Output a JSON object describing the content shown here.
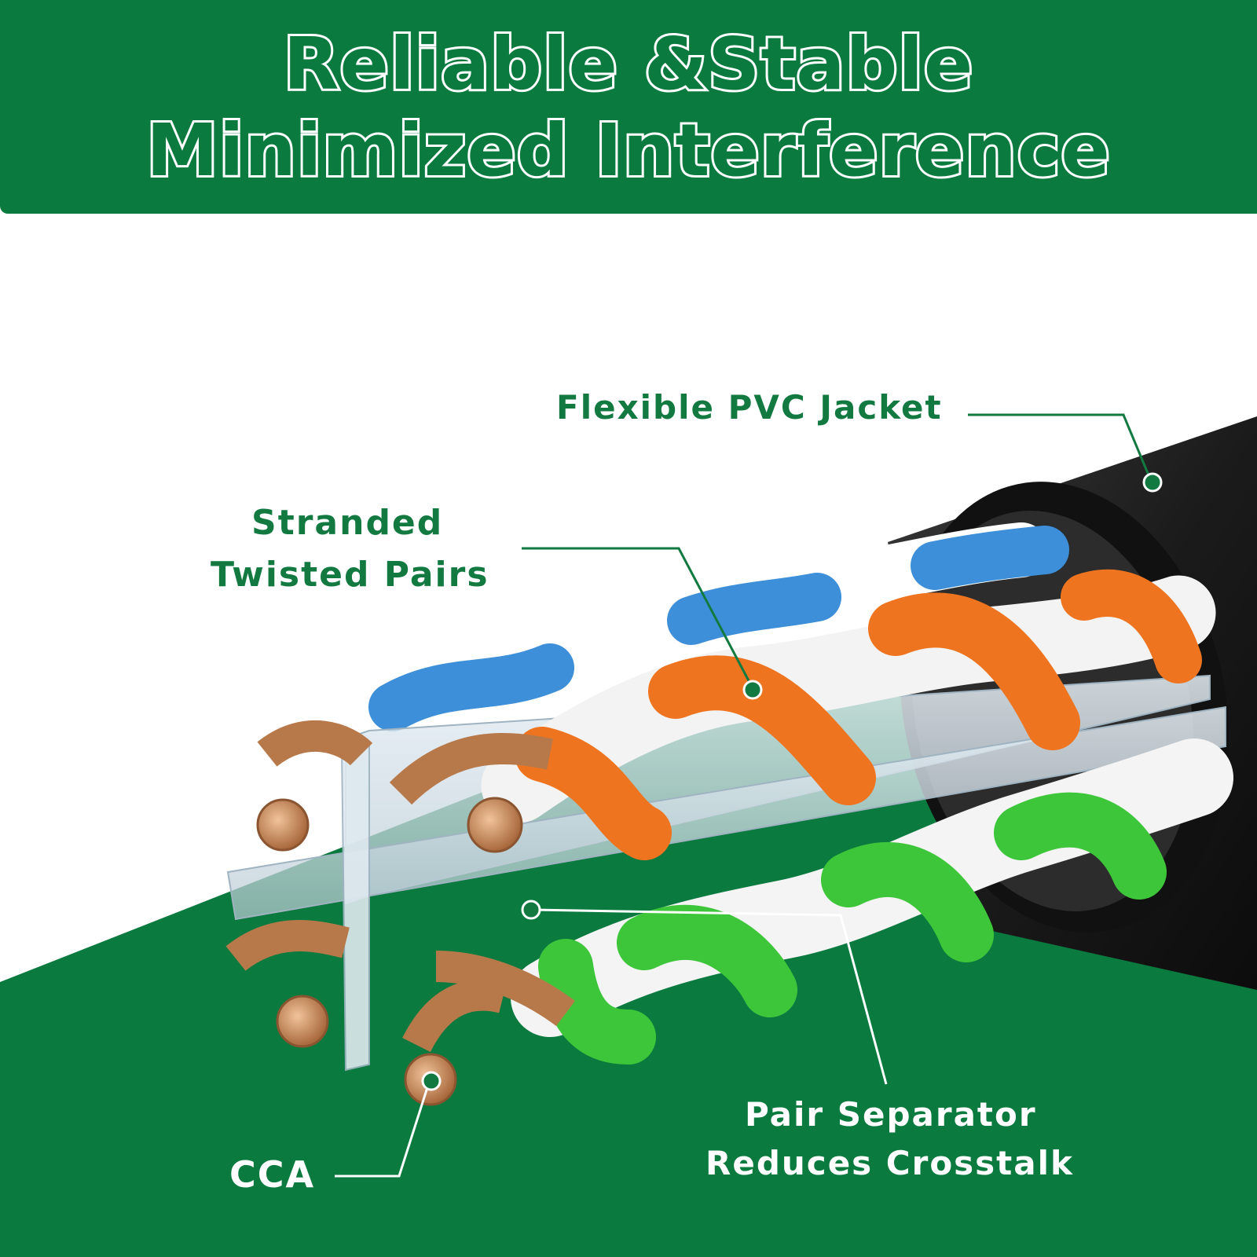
{
  "header": {
    "title_line_1": "Reliable &Stable",
    "title_line_2": "Minimized Interference"
  },
  "labels": {
    "jacket": "Flexible PVC Jacket",
    "pairs_line_1": "Stranded",
    "pairs_line_2": "Twisted Pairs",
    "separator_line_1": "Pair Separator",
    "separator_line_2": "Reduces Crosstalk",
    "conductor": "CCA"
  },
  "colors": {
    "brand_green": "#0a7a3e",
    "label_green": "#127a41",
    "jacket": "#1e1e1e",
    "orange_pair": "#ef7420",
    "blue_pair": "#3c8fd8",
    "green_pair": "#3ec63a",
    "copper": "#c68a5a"
  }
}
